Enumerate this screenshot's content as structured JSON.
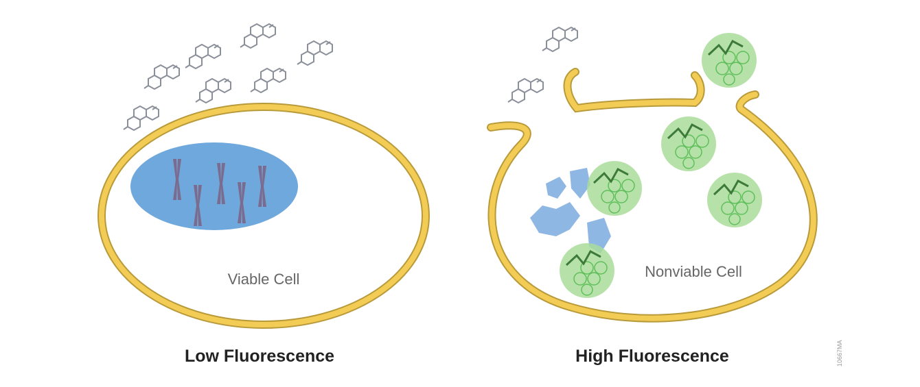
{
  "left_panel": {
    "cell_label": "Viable Cell",
    "caption": "Low Fluorescence"
  },
  "right_panel": {
    "cell_label": "Nonviable Cell",
    "caption": "High Fluorescence"
  },
  "figure_code": "10667MA",
  "colors": {
    "membrane": "#f2cc55",
    "membrane_edge": "#b89a3a",
    "nucleus": "#6fa8dc",
    "dna_fragment": "#8fb7e3",
    "dye_bound": "#a9dc9a",
    "dye_free": "#8a8f99",
    "chromosome": "#7a6b8f"
  }
}
